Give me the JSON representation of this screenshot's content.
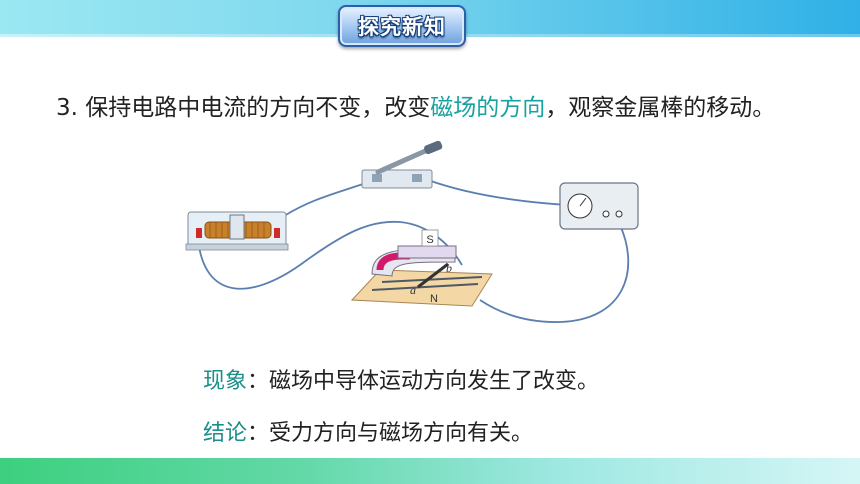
{
  "header": {
    "badge_title": "探究新知"
  },
  "step": {
    "prefix": "3. 保持电路中电流的方向不变，改变",
    "highlight": "磁场的方向",
    "suffix": "，观察金属棒的移动。"
  },
  "diagram": {
    "magnet_top_label": "S",
    "magnet_bottom_label": "N",
    "rod_label_a": "a",
    "rod_label_b": "b"
  },
  "observation": {
    "label": "现象",
    "text": "：磁场中导体运动方向发生了改变。"
  },
  "conclusion": {
    "label": "结论",
    "text": "：受力方向与磁场方向有关。"
  },
  "colors": {
    "highlight": "#17a2a0",
    "wire": "#5b7fb0",
    "magnet_red": "#d11a6b"
  }
}
